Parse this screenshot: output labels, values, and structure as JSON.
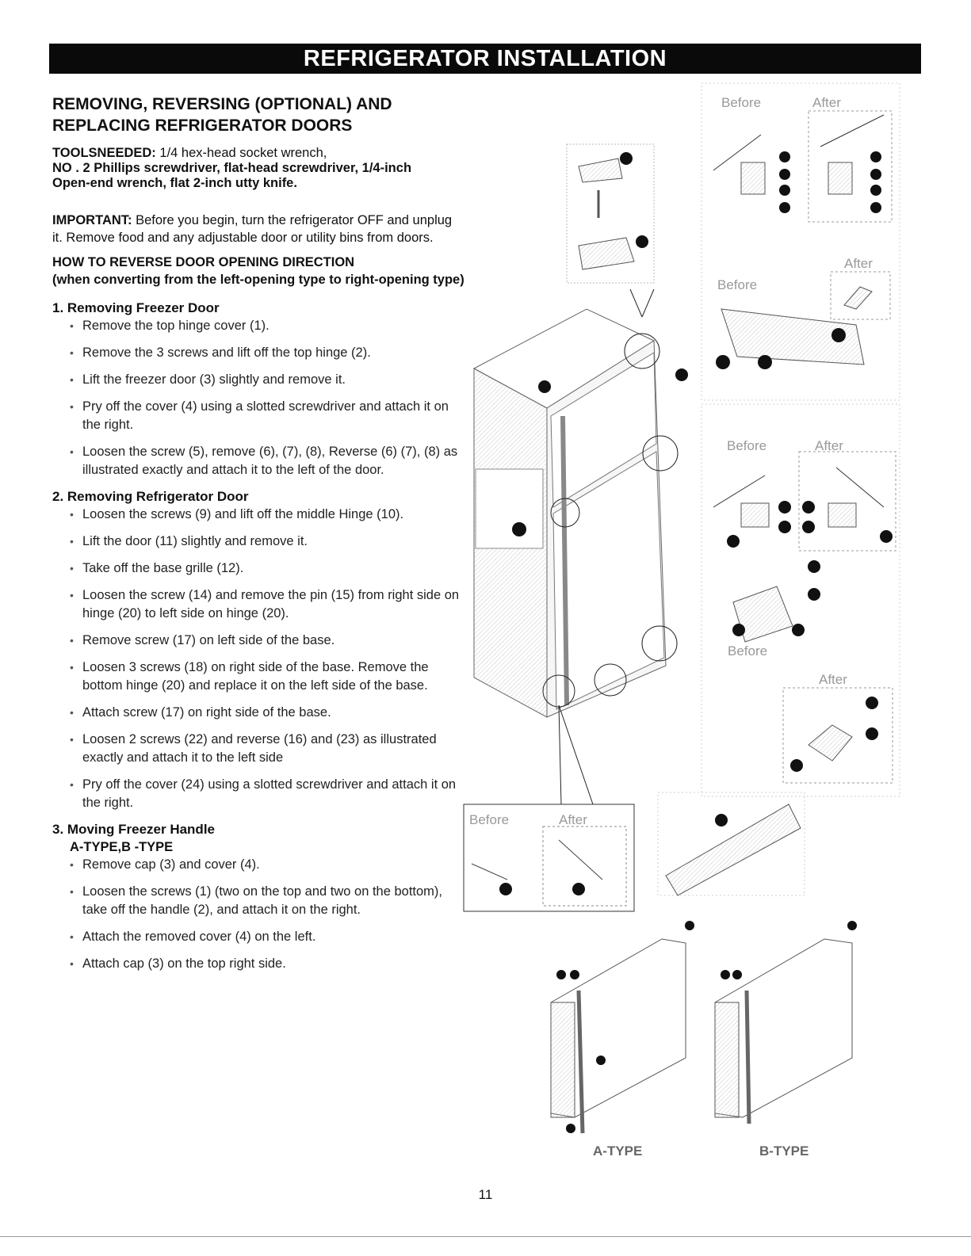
{
  "banner": "REFRIGERATOR INSTALLATION",
  "title_line1": "REMOVING, REVERSING (OPTIONAL) AND",
  "title_line2": "REPLACING REFRIGERATOR DOORS",
  "tools": {
    "label": "TOOLSNEEDED:",
    "first": "1/4 hex-head socket wrench,",
    "line2": "NO . 2 Phillips screwdriver, flat-head screwdriver, 1/4-inch",
    "line3": "Open-end wrench, flat 2-inch utty knife."
  },
  "important": {
    "label": "IMPORTANT:",
    "text": "Before you begin, turn the refrigerator OFF and unplug it. Remove food and any adjustable door or utility bins from doors."
  },
  "howto": {
    "line1": "HOW TO REVERSE DOOR OPENING DIRECTION",
    "line2": "(when converting from the left-opening type to right-opening type)"
  },
  "sections": [
    {
      "title": "1. Removing Freezer Door",
      "steps": [
        "Remove the top hinge cover (1).",
        "Remove the 3 screws and lift off the top hinge (2).",
        "Lift the freezer door (3) slightly and remove it.",
        "Pry off the cover (4) using a slotted screwdriver and attach it on the right.",
        "Loosen the screw (5), remove (6), (7), (8), Reverse (6) (7), (8) as illustrated exactly and attach it to the left of the door."
      ]
    },
    {
      "title": "2. Removing Refrigerator Door",
      "steps": [
        "Loosen the screws (9) and lift off the middle Hinge (10).",
        "Lift the door (11) slightly and remove it.",
        "Take off the base grille (12).",
        "Loosen the screw (14) and remove the pin (15) from right side on hinge (20) to left side on hinge (20).",
        "Remove screw (17) on left side of the base.",
        "Loosen 3 screws (18) on right side of the base. Remove the bottom hinge (20) and replace it on the left side of the base.",
        "Attach screw (17) on right side of the base.",
        "Loosen 2 screws (22) and reverse (16) and (23) as illustrated exactly and attach it to the left side",
        "Pry off the cover (24) using a slotted screwdriver and attach it on the right."
      ]
    },
    {
      "title": "3. Moving Freezer Handle",
      "subtitle": "A-TYPE,B -TYPE",
      "steps": [
        "Remove cap (3) and cover (4).",
        "Loosen the screws (1) (two on the top and two on the bottom), take off the handle (2), and attach it on the right.",
        "Attach the removed cover (4) on the left.",
        "Attach cap (3) on the top right side."
      ]
    }
  ],
  "figure": {
    "before": "Before",
    "after": "After",
    "a_type": "A-TYPE",
    "b_type": "B-TYPE"
  },
  "page_number": "11"
}
